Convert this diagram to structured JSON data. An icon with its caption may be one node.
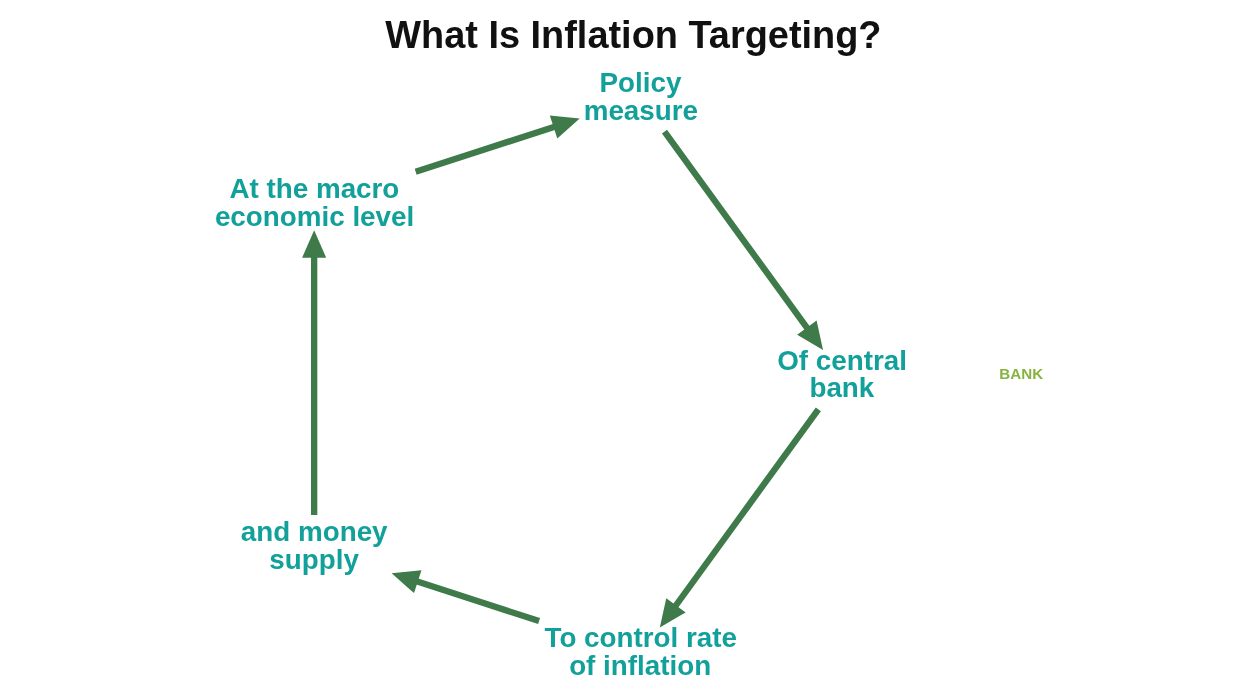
{
  "diagram": {
    "title": "What Is Inflation Targeting?",
    "nodes": [
      {
        "text": [
          "Policy measure"
        ]
      },
      {
        "text": [
          "Of central bank"
        ]
      },
      {
        "text": [
          "To control rate of inflation"
        ]
      },
      {
        "text": [
          "and money supply"
        ]
      },
      {
        "text": [
          "At the macro economic level"
        ]
      }
    ],
    "edges": [
      {
        "from": 0,
        "to": 1,
        "arrow": "to"
      },
      {
        "from": 1,
        "to": 2,
        "arrow": "to"
      },
      {
        "from": 2,
        "to": 3,
        "arrow": "to"
      },
      {
        "from": 3,
        "to": 4,
        "arrow": "to"
      },
      {
        "from": 4,
        "to": 0,
        "arrow": "to"
      }
    ],
    "labels": [
      "BANK"
    ]
  }
}
